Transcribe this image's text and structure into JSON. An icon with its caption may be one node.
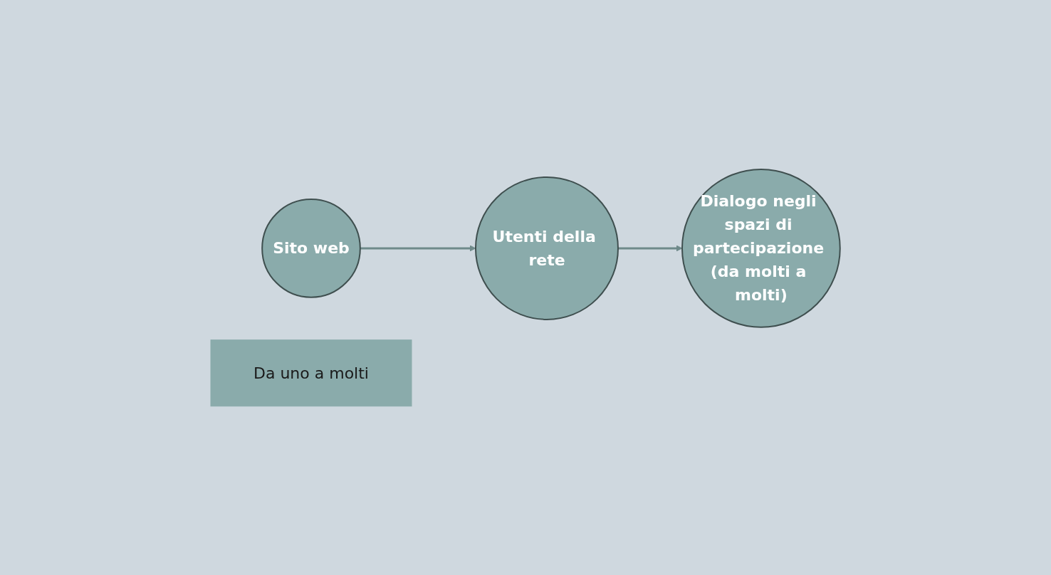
{
  "diagram": {
    "nodes": [
      {
        "text": [
          "Sito web"
        ]
      },
      {
        "text": [
          "Utenti della rete"
        ]
      },
      {
        "text": [
          "Dialogo negli spazi di partecipazione (da molti a molti)"
        ]
      },
      {
        "text": [
          "Da uno a molti"
        ]
      }
    ],
    "edges": [
      {
        "from": 0,
        "to": 1,
        "arrow": "to"
      },
      {
        "from": 1,
        "to": 2,
        "arrow": "to"
      }
    ]
  }
}
